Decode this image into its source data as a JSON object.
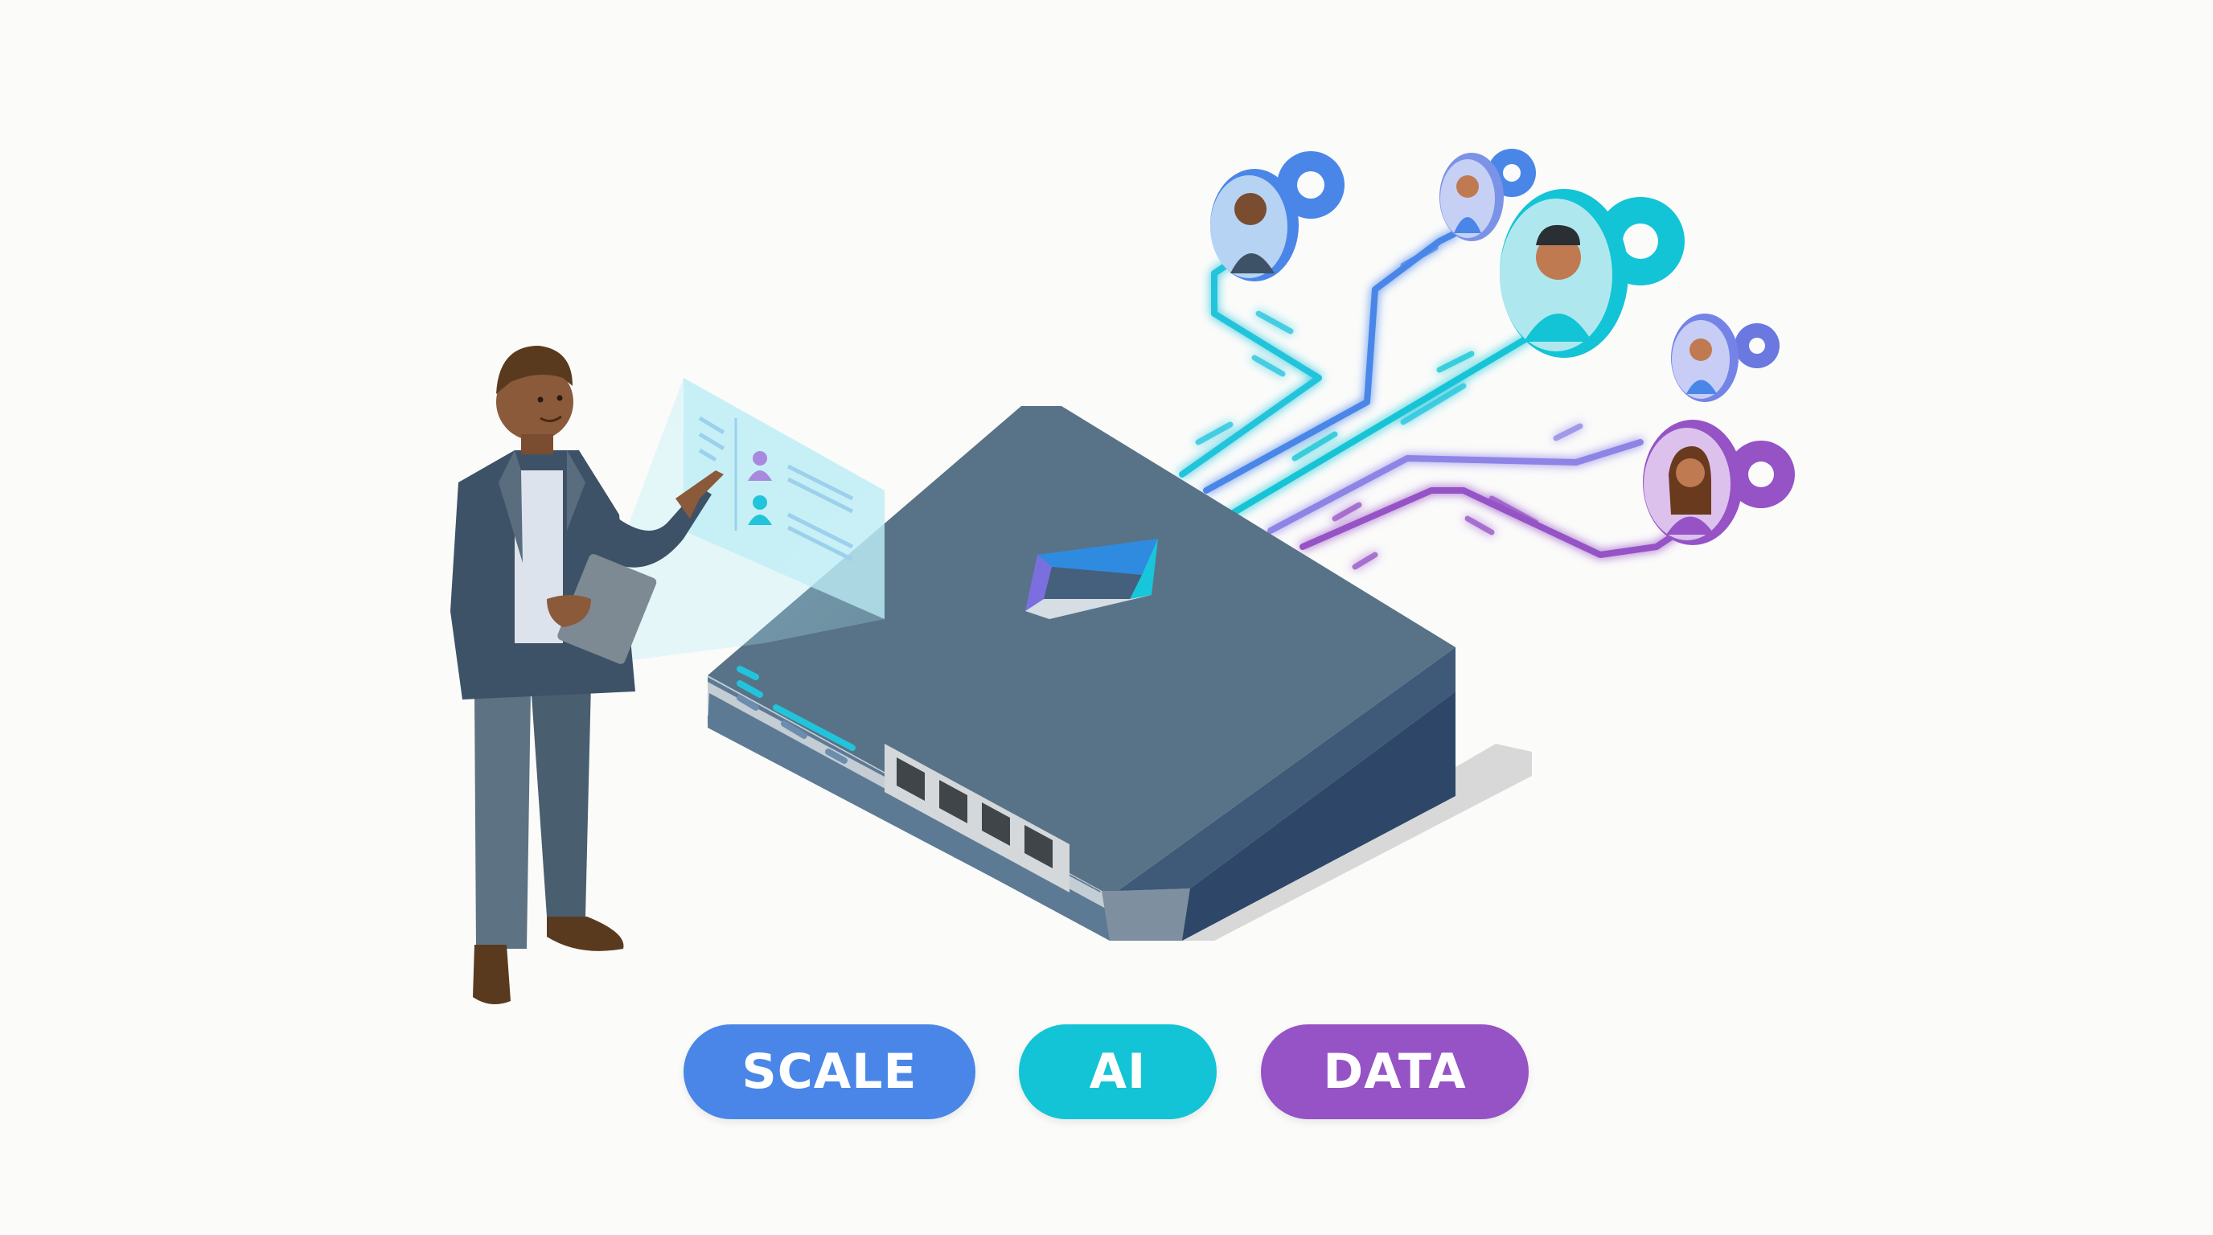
{
  "illustration": {
    "subject": "person operating holographic panel beside network device connected to user avatars",
    "hologram_panel": {
      "rows": [
        {
          "icon": "user-icon",
          "color": "#a988e0"
        },
        {
          "icon": "user-icon",
          "color": "#22c4dc"
        }
      ]
    },
    "device": {
      "port_count": 4,
      "logo": "diamond-logo",
      "colors": {
        "top": "#587387",
        "side": "#35506e",
        "front": "#5c7a94",
        "accent": "#22c4dc"
      }
    },
    "avatars": [
      {
        "name": "avatar-man-beard",
        "color": "#4a86e8"
      },
      {
        "name": "avatar-woman-short-hair",
        "color": "#6f8de8"
      },
      {
        "name": "avatar-man-large",
        "color": "#12c4d6"
      },
      {
        "name": "avatar-man-small",
        "color": "#7484e6"
      },
      {
        "name": "avatar-woman-long-hair",
        "color": "#9553c6"
      }
    ],
    "connection_colors": [
      "#22c4dc",
      "#4a86e8",
      "#12c4d6",
      "#8e84e6",
      "#9553c6"
    ]
  },
  "tags": [
    {
      "label": "SCALE",
      "color": "#4a86e8"
    },
    {
      "label": "AI",
      "color": "#12c4d6"
    },
    {
      "label": "DATA",
      "color": "#9553c6"
    }
  ]
}
